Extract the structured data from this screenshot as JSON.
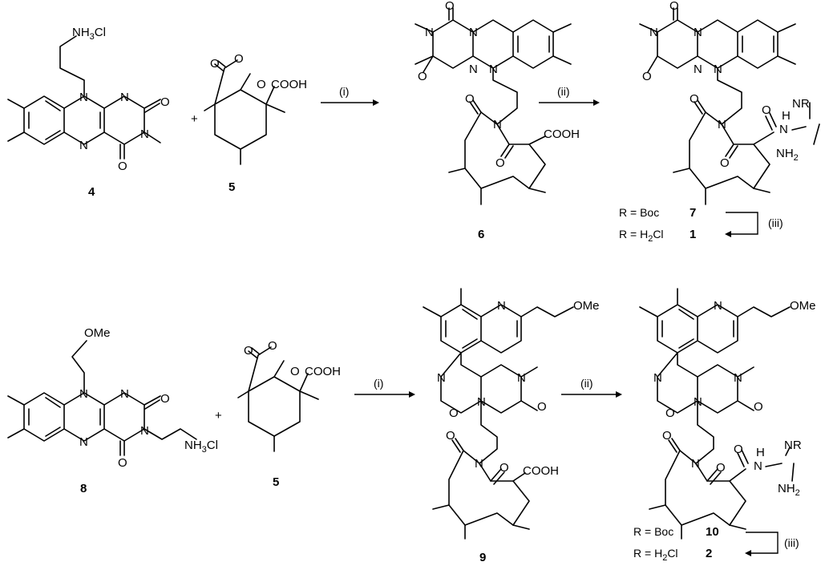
{
  "atoms": {
    "N": "N",
    "O": "O",
    "H": "H",
    "nh3cl": [
      "NH",
      "3",
      "Cl"
    ],
    "cooh": "COOH",
    "ome": "OMe",
    "nh2": [
      "NH",
      "2"
    ],
    "nr": "NR",
    "plus": "+"
  },
  "compounds": {
    "c4": "4",
    "c5": "5",
    "c6": "6",
    "c7": "7",
    "c1": "1",
    "c8": "8",
    "c9": "9",
    "c10": "10",
    "c2": "2"
  },
  "reagents": {
    "step_i": "(i)",
    "step_ii": "(ii)",
    "step_iii": "(iii)"
  },
  "r_labels": {
    "boc": [
      "R = ",
      "Boc"
    ],
    "h2cl": [
      "R = H",
      "2",
      "Cl"
    ]
  }
}
